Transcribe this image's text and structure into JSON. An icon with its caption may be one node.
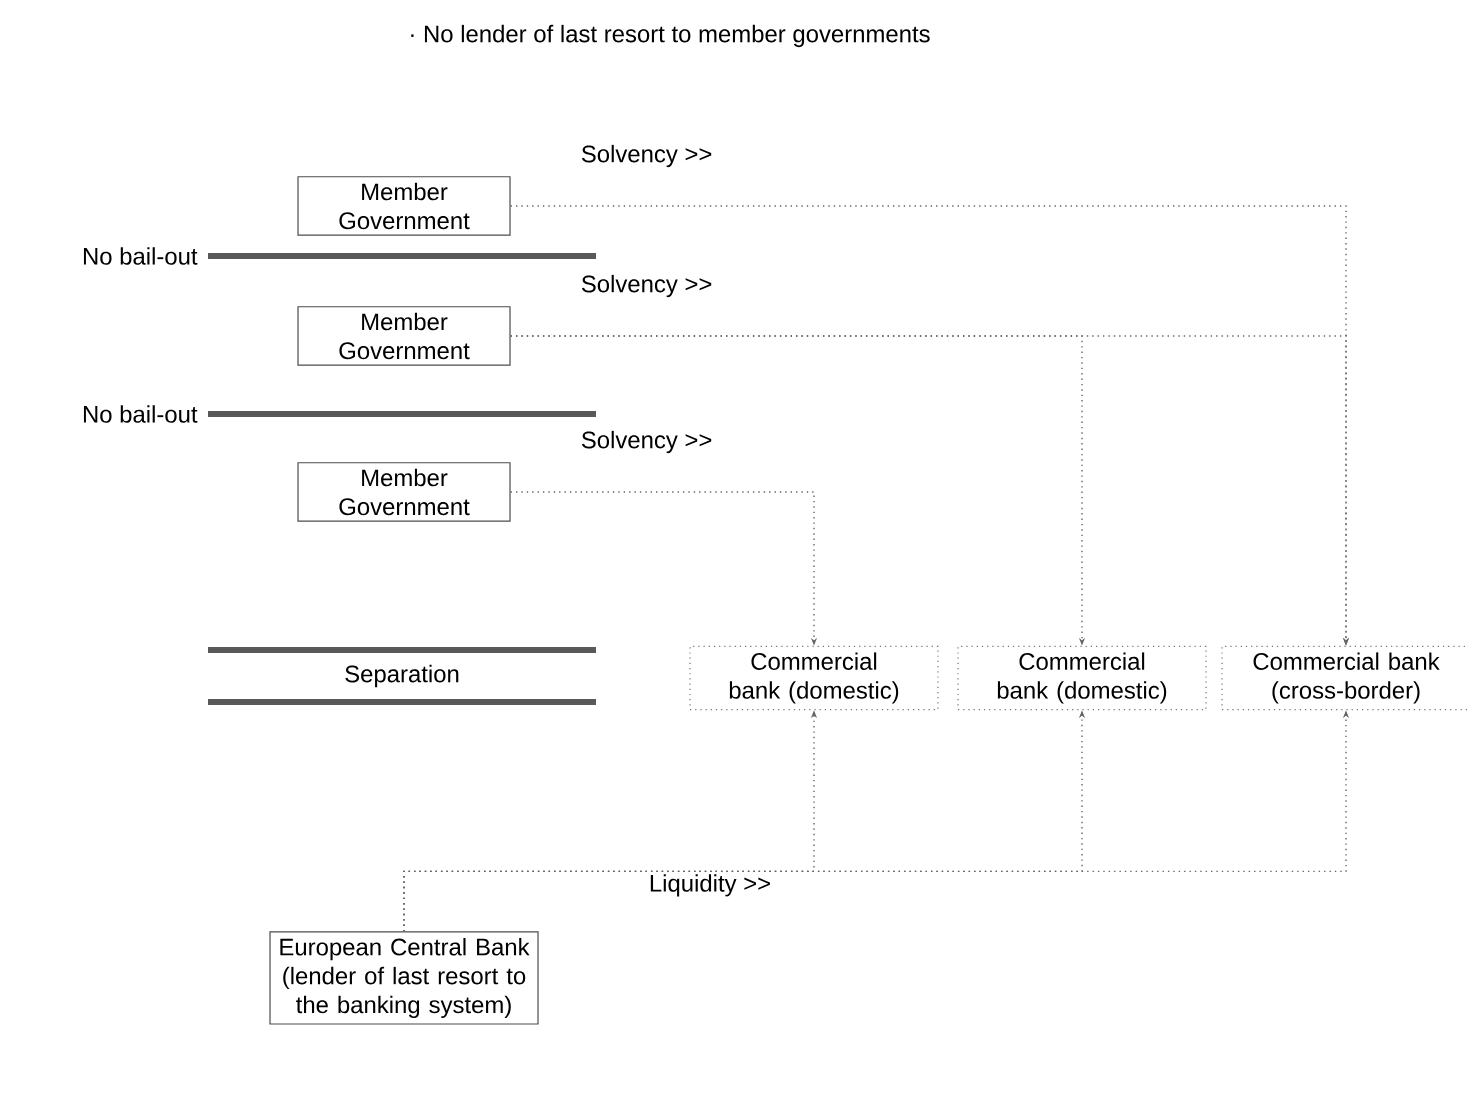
{
  "diagram": {
    "nodes": [
      {
        "text": [
          "Member Government"
        ]
      },
      {
        "text": [
          "Member Government"
        ]
      },
      {
        "text": [
          "Member Government"
        ]
      },
      {
        "text": [
          "Commercial bank (domestic)"
        ]
      },
      {
        "text": [
          "Commercial bank (domestic)"
        ]
      },
      {
        "text": [
          "Commercial bank (cross-border)"
        ]
      },
      {
        "text": [
          "European Central Bank (lender of last resort to the banking system)"
        ]
      }
    ],
    "edges": [
      {
        "from": 0,
        "to": 5,
        "arrow": "to",
        "label": "Solvency >>",
        "style": "dashed"
      },
      {
        "from": 1,
        "to": 4,
        "arrow": "to",
        "label": "Solvency >>",
        "style": "dashed"
      },
      {
        "from": 1,
        "to": 5,
        "arrow": "to",
        "style": "dashed"
      },
      {
        "from": 2,
        "to": 3,
        "arrow": "to",
        "label": "Solvency >>",
        "style": "dashed"
      },
      {
        "from": 6,
        "to": 3,
        "arrow": "to",
        "label": "Liquidity >>",
        "style": "dashed"
      },
      {
        "from": 6,
        "to": 4,
        "arrow": "to",
        "style": "dashed"
      },
      {
        "from": 6,
        "to": 5,
        "arrow": "to",
        "style": "dashed"
      }
    ],
    "labels": [
      "· No lender of last resort to member governments",
      "No bail-out",
      "No bail-out",
      "Separation"
    ]
  }
}
